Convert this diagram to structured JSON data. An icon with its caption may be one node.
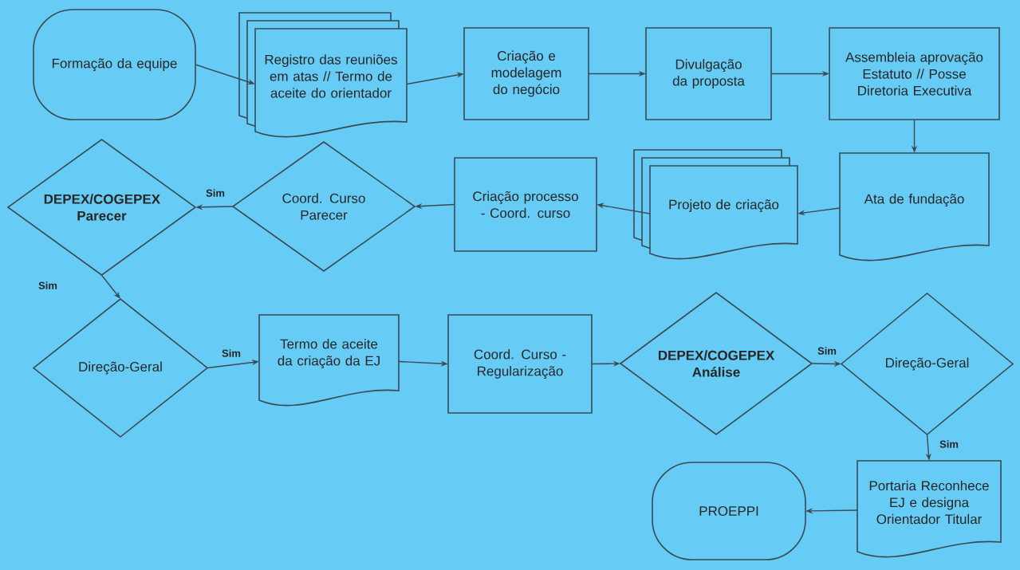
{
  "diagram": {
    "nodes": [
      {
        "text": [
          "Formação da equipe"
        ]
      },
      {
        "text": [
          "Registro das reuniões em atas // Termo de aceite do orientador"
        ]
      },
      {
        "text": [
          "Criação e modelagem do negócio"
        ]
      },
      {
        "text": [
          "Divulgação da proposta"
        ]
      },
      {
        "text": [
          "Assembleia aprovação Estatuto // Posse Diretoria Executiva"
        ]
      },
      {
        "text": [
          "Ata de fundação"
        ]
      },
      {
        "text": [
          "Projeto de criação"
        ]
      },
      {
        "text": [
          "Criação processo - Coord. curso"
        ]
      },
      {
        "text": [
          "Coord. Curso Parecer"
        ]
      },
      {
        "text": [
          "DEPEX/COGEPEX Parecer"
        ]
      },
      {
        "text": [
          "Direção-Geral"
        ]
      },
      {
        "text": [
          "Termo de aceite da criação da EJ"
        ]
      },
      {
        "text": [
          "Coord. Curso - Regularização"
        ]
      },
      {
        "text": [
          "DEPEX/COGEPEX Análise"
        ]
      },
      {
        "text": [
          "Direção-Geral"
        ]
      },
      {
        "text": [
          "Portaria Reconhece EJ e designa Orientador Titular"
        ]
      },
      {
        "text": [
          "PROEPPI"
        ]
      }
    ],
    "edges": [
      {
        "from": 0,
        "to": 1,
        "arrow": "to"
      },
      {
        "from": 1,
        "to": 2,
        "arrow": "to"
      },
      {
        "from": 2,
        "to": 3,
        "arrow": "to"
      },
      {
        "from": 3,
        "to": 4,
        "arrow": "to"
      },
      {
        "from": 4,
        "to": 5,
        "arrow": "to"
      },
      {
        "from": 5,
        "to": 6,
        "arrow": "to"
      },
      {
        "from": 6,
        "to": 7,
        "arrow": "to"
      },
      {
        "from": 7,
        "to": 8,
        "arrow": "to"
      },
      {
        "from": 8,
        "to": 9,
        "arrow": "to",
        "label": "Sim"
      },
      {
        "from": 9,
        "to": 10,
        "arrow": "to",
        "label": "Sim"
      },
      {
        "from": 10,
        "to": 11,
        "arrow": "to",
        "label": "Sim"
      },
      {
        "from": 11,
        "to": 12,
        "arrow": "to"
      },
      {
        "from": 12,
        "to": 13,
        "arrow": "to"
      },
      {
        "from": 13,
        "to": 14,
        "arrow": "to",
        "label": "Sim"
      },
      {
        "from": 14,
        "to": 15,
        "arrow": "to",
        "label": "Sim"
      },
      {
        "from": 15,
        "to": 16,
        "arrow": "to"
      }
    ]
  }
}
